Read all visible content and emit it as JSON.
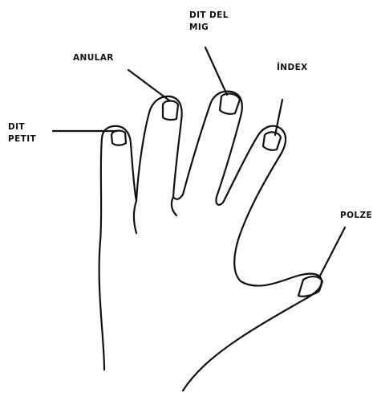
{
  "labels": {
    "dit_del_mig": {
      "line1": "DIT DEL",
      "line2": "MIG"
    },
    "anular": "ANULAR",
    "index": "ÍNDEX",
    "dit_petit": {
      "line1": "DIT",
      "line2": "PETIT"
    },
    "polze": "POLZE"
  },
  "colors": {
    "ink": "#111111",
    "background": "#ffffff"
  }
}
